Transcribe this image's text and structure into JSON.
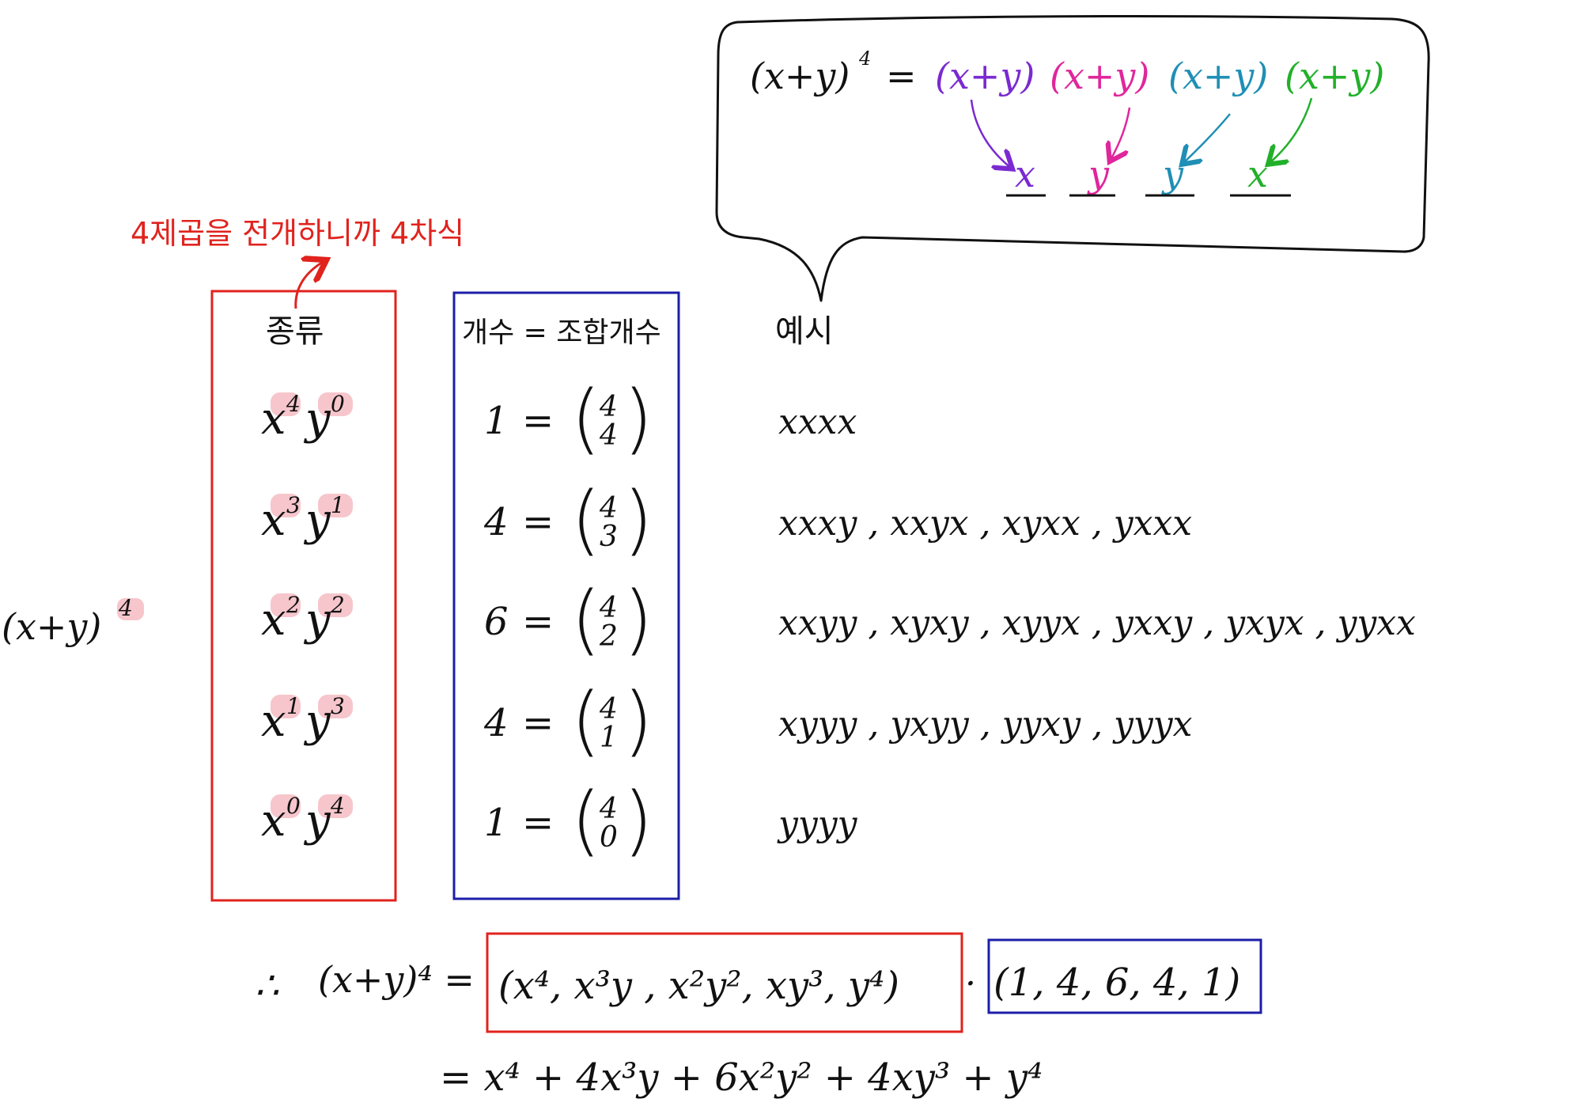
{
  "colors": {
    "purple": "#7a2ad0",
    "magenta": "#e0269c",
    "teal": "#1f8fb5",
    "green": "#22b02a",
    "red": "#e0231d",
    "blue": "#1c1ea8",
    "highlight": "#f6c6cc",
    "ink": "#111111"
  },
  "bubble": {
    "lhs_base": "(x+y)",
    "lhs_exp": "4",
    "equals": "=",
    "factors": [
      "(x+y)",
      "(x+y)",
      "(x+y)",
      "(x+y)"
    ],
    "picks": [
      "x",
      "y",
      "y",
      "x"
    ]
  },
  "annotation": "4제곱을 전개하니까 4차식",
  "left_label": {
    "base": "(x+y)",
    "exp": "4"
  },
  "headers": {
    "kind": "종류",
    "count": "개수 = 조합개수",
    "example": "예시"
  },
  "rows": [
    {
      "xe": "4",
      "ye": "0",
      "count": "1",
      "top": "4",
      "bottom": "4",
      "examples": "xxxx"
    },
    {
      "xe": "3",
      "ye": "1",
      "count": "4",
      "top": "4",
      "bottom": "3",
      "examples": "xxxy , xxyx , xyxx , yxxx"
    },
    {
      "xe": "2",
      "ye": "2",
      "count": "6",
      "top": "4",
      "bottom": "2",
      "examples": "xxyy , xyxy , xyyx , yxxy , yxyx , yyxx"
    },
    {
      "xe": "1",
      "ye": "3",
      "count": "4",
      "top": "4",
      "bottom": "1",
      "examples": "xyyy , yxyy , yyxy , yyyx"
    },
    {
      "xe": "0",
      "ye": "4",
      "count": "1",
      "top": "4",
      "bottom": "0",
      "examples": "yyyy"
    }
  ],
  "conclusion": {
    "therefore": "∴",
    "lhs": "(x+y)⁴ =",
    "terms": "(x⁴, x³y , x²y², xy³, y⁴)",
    "dot": "·",
    "coeffs": "(1, 4, 6, 4, 1)",
    "result": "= x⁴ + 4x³y + 6x²y² + 4xy³ + y⁴"
  }
}
